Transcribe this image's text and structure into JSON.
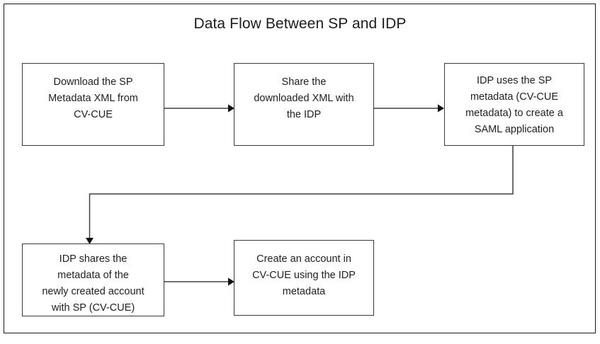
{
  "diagram": {
    "title": "Data Flow Between SP and IDP",
    "type": "flowchart",
    "orientation": "horizontal-serpentine",
    "border_color": "#1a1a1a",
    "node_border_color": "#3a3a3a",
    "connector_color": "#3f3f3f",
    "background": "#ffffff",
    "nodes": [
      {
        "id": "node-1",
        "shape": "rectangle",
        "text": "Download the SP\nMetadata XML from\nCV-CUE",
        "row": 1,
        "order": 1
      },
      {
        "id": "node-2",
        "shape": "rectangle",
        "text": "Share the\ndownloaded XML with\nthe IDP",
        "row": 1,
        "order": 2
      },
      {
        "id": "node-3",
        "shape": "rectangle",
        "text": "IDP uses the SP\nmetadata (CV-CUE\nmetadata) to create a\nSAML application",
        "row": 1,
        "order": 3
      },
      {
        "id": "node-4",
        "shape": "rectangle",
        "text": "IDP shares the\nmetadata of the\nnewly created account\nwith SP (CV-CUE)",
        "row": 2,
        "order": 4
      },
      {
        "id": "node-5",
        "shape": "rectangle",
        "text": "Create an account in\nCV-CUE using the IDP\nmetadata",
        "row": 2,
        "order": 5
      }
    ],
    "connectors": [
      {
        "id": "edge-1-2",
        "from": "node-1",
        "to": "node-2",
        "style": "straight-arrow",
        "direction": "right"
      },
      {
        "id": "edge-2-3",
        "from": "node-2",
        "to": "node-3",
        "style": "straight-arrow",
        "direction": "right"
      },
      {
        "id": "edge-3-4",
        "from": "node-3",
        "to": "node-4",
        "style": "elbow-arrow",
        "direction": "down-left-down"
      },
      {
        "id": "edge-4-5",
        "from": "node-4",
        "to": "node-5",
        "style": "straight-arrow",
        "direction": "right"
      }
    ]
  }
}
